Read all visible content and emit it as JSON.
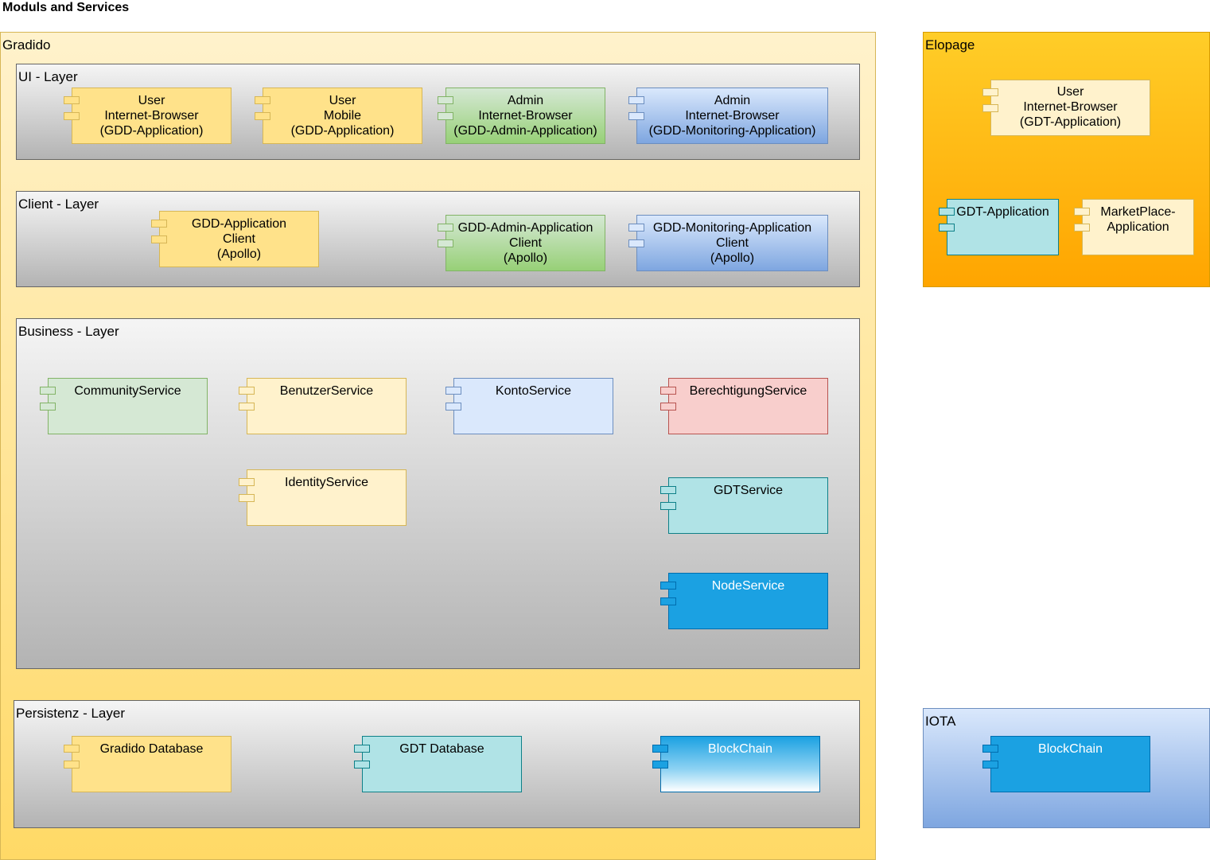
{
  "title": "Moduls and Services",
  "frames": {
    "gradido": {
      "label": "Gradido"
    },
    "elopage": {
      "label": "Elopage"
    },
    "iota": {
      "label": "IOTA"
    }
  },
  "layers": {
    "ui": {
      "label": "UI - Layer"
    },
    "client": {
      "label": "Client - Layer"
    },
    "business": {
      "label": "Business - Layer"
    },
    "persistenz": {
      "label": "Persistenz - Layer"
    }
  },
  "components": {
    "ui_user_browser": {
      "lines": [
        "User",
        "Internet-Browser",
        "(GDD-Application)"
      ],
      "color": "#ffe28a"
    },
    "ui_user_mobile": {
      "lines": [
        "User",
        "Mobile",
        "(GDD-Application)"
      ],
      "color": "#ffe28a"
    },
    "ui_admin_browser": {
      "lines": [
        "Admin",
        "Internet-Browser",
        "(GDD-Admin-Application)"
      ],
      "color": "#97d077"
    },
    "ui_admin_monitoring": {
      "lines": [
        "Admin",
        "Internet-Browser",
        "(GDD-Monitoring-Application)"
      ],
      "color": "#7ea6e0"
    },
    "client_gdd_app": {
      "lines": [
        "GDD-Application",
        "Client",
        "(Apollo)"
      ],
      "color": "#ffe28a"
    },
    "client_admin_app": {
      "lines": [
        "GDD-Admin-Application",
        "Client",
        "(Apollo)"
      ],
      "color": "#97d077"
    },
    "client_monitoring_app": {
      "lines": [
        "GDD-Monitoring-Application",
        "Client",
        "(Apollo)"
      ],
      "color": "#7ea6e0"
    },
    "community_service": {
      "lines": [
        "CommunityService"
      ],
      "color": "#d5e8d4"
    },
    "benutzer_service": {
      "lines": [
        "BenutzerService"
      ],
      "color": "#fff2cc"
    },
    "konto_service": {
      "lines": [
        "KontoService"
      ],
      "color": "#dae8fc"
    },
    "berechtigung_service": {
      "lines": [
        "BerechtigungService"
      ],
      "color": "#f8cecc"
    },
    "identity_service": {
      "lines": [
        "IdentityService"
      ],
      "color": "#fff2cc"
    },
    "gdt_service": {
      "lines": [
        "GDTService"
      ],
      "color": "#b0e3e6"
    },
    "node_service": {
      "lines": [
        "NodeService"
      ],
      "color": "#1ba1e2"
    },
    "gradido_database": {
      "lines": [
        "Gradido Database"
      ],
      "color": "#ffe28a"
    },
    "gdt_database": {
      "lines": [
        "GDT Database"
      ],
      "color": "#b0e3e6"
    },
    "blockchain_persistenz": {
      "lines": [
        "BlockChain"
      ],
      "color": "#1ba1e2"
    },
    "elopage_user_browser": {
      "lines": [
        "User",
        "Internet-Browser",
        "(GDT-Application)"
      ],
      "color": "#fff2cc"
    },
    "elopage_gdt_app": {
      "lines": [
        "GDT-Application"
      ],
      "color": "#b0e3e6"
    },
    "elopage_marketplace": {
      "lines": [
        "MarketPlace-",
        "Application"
      ],
      "color": "#fff2cc"
    },
    "iota_blockchain": {
      "lines": [
        "BlockChain"
      ],
      "color": "#1ba1e2"
    }
  }
}
